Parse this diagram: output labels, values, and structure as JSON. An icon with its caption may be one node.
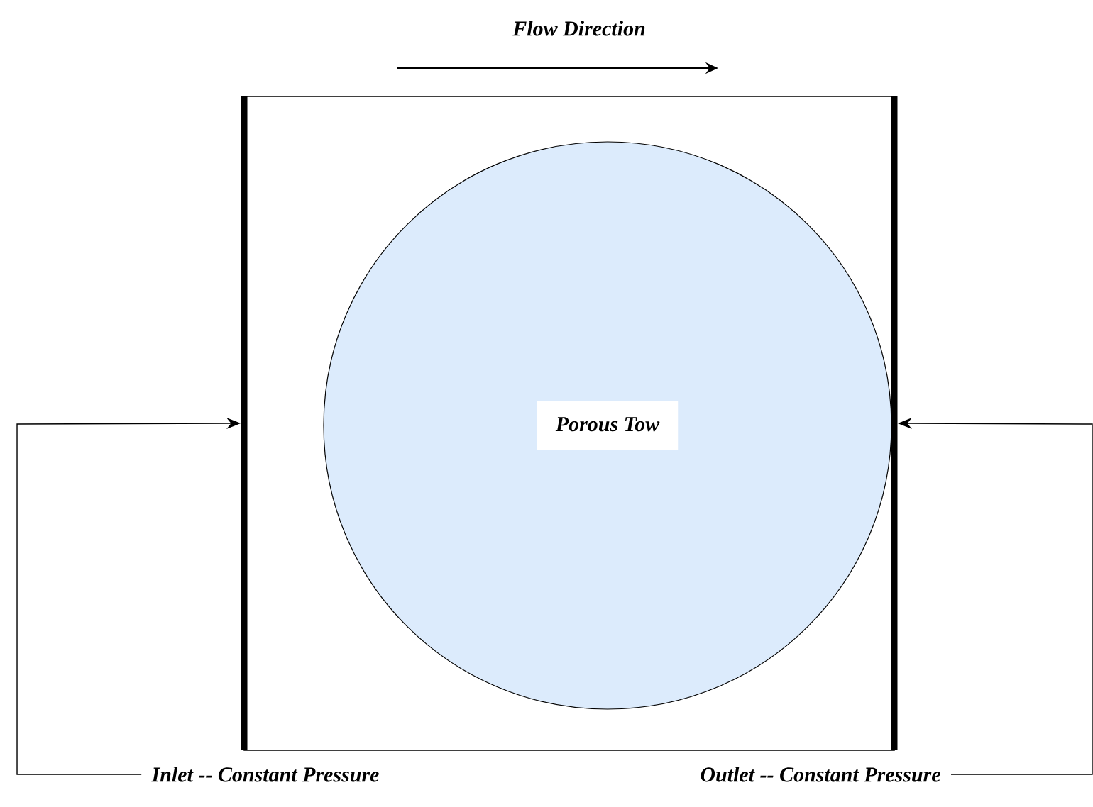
{
  "diagram": {
    "nodes": [
      {
        "text": [],
        "shape": "box"
      },
      {
        "text": [
          "Porous Tow"
        ],
        "in": 0
      },
      {
        "text": [],
        "shape": "bar"
      },
      {
        "text": [],
        "shape": "bar"
      },
      {
        "text": [
          "Inlet -- Constant Pressure"
        ]
      },
      {
        "text": [
          "Outlet -- Constant Pressure"
        ]
      }
    ],
    "edges": [
      {
        "from": 4,
        "to": 2,
        "arrow": "to"
      },
      {
        "from": 5,
        "to": 3,
        "arrow": "to"
      }
    ],
    "labels": [
      "Flow Direction"
    ]
  }
}
